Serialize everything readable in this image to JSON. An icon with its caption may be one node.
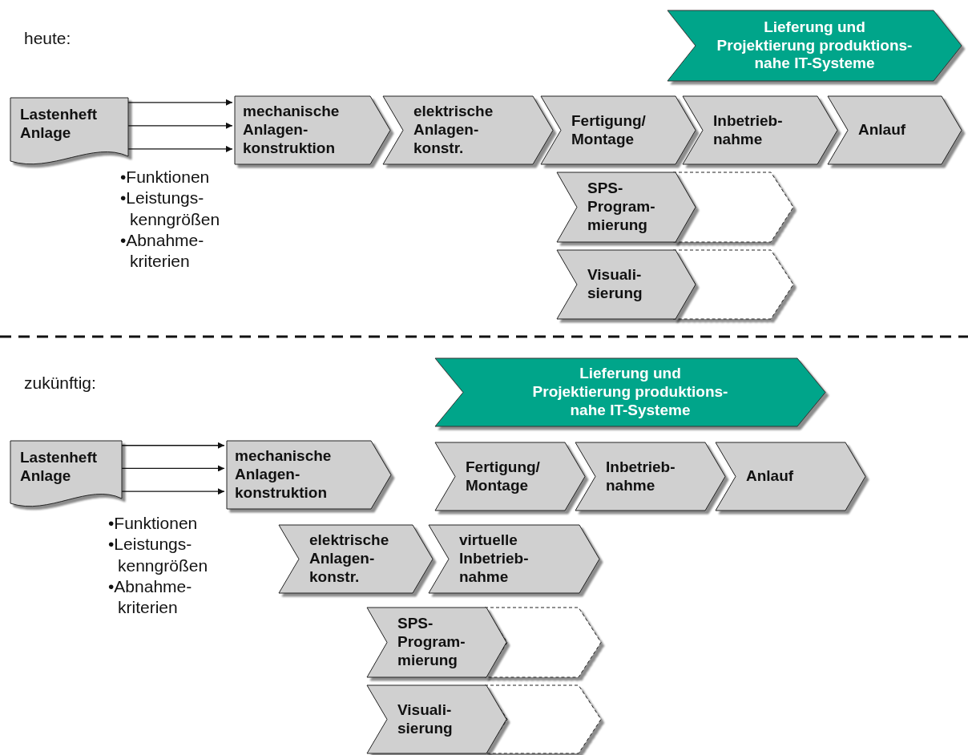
{
  "diagram": {
    "nodes": [
      {
        "text": [
          "Lieferung und Projektierung produktions- nahe IT-Systeme"
        ]
      },
      {
        "text": [
          "Lastenheft Anlage"
        ],
        "beside": [
          "•Funktionen",
          "•Leistungs- kenngrößen",
          "•Abnahme- kriterien"
        ]
      },
      {
        "text": [
          "mechanische Anlagen- konstruktion"
        ]
      },
      {
        "text": [
          "elektrische Anlagen- konstr."
        ]
      },
      {
        "text": [
          "Fertigung/ Montage"
        ]
      },
      {
        "text": [
          "Inbetrieb- nahme"
        ]
      },
      {
        "text": [
          "Anlauf"
        ]
      },
      {
        "text": [
          "SPS- Program- mierung"
        ]
      },
      {
        "text": [],
        "shape": "chevron"
      },
      {
        "text": [
          "Visuali- sierung"
        ]
      },
      {
        "text": [],
        "shape": "chevron"
      },
      {
        "text": [
          "Lieferung und Projektierung produktions- nahe IT-Systeme"
        ]
      },
      {
        "text": [
          "Lastenheft Anlage"
        ],
        "beside": [
          "•Funktionen",
          "•Leistungs- kenngrößen",
          "•Abnahme- kriterien"
        ]
      },
      {
        "text": [
          "mechanische Anlagen- konstruktion"
        ]
      },
      {
        "text": [
          "Fertigung/ Montage"
        ]
      },
      {
        "text": [
          "Inbetrieb- nahme"
        ]
      },
      {
        "text": [
          "Anlauf"
        ]
      },
      {
        "text": [
          "elektrische Anlagen- konstr."
        ]
      },
      {
        "text": [
          "virtuelle Inbetrieb- nahme"
        ]
      },
      {
        "text": [
          "SPS- Program- mierung"
        ]
      },
      {
        "text": [],
        "shape": "chevron"
      },
      {
        "text": [
          "Visuali- sierung"
        ]
      },
      {
        "text": [],
        "shape": "chevron"
      }
    ],
    "edges": [
      {
        "from": 1,
        "to": 2,
        "arrow": "to"
      },
      {
        "from": 1,
        "to": 2,
        "arrow": "to"
      },
      {
        "from": 1,
        "to": 2,
        "arrow": "to"
      },
      {
        "from": 12,
        "to": 13,
        "arrow": "to"
      },
      {
        "from": 12,
        "to": 13,
        "arrow": "to"
      },
      {
        "from": 12,
        "to": 13,
        "arrow": "to"
      }
    ],
    "labels": [
      "heute:",
      "zukünftig:"
    ]
  }
}
